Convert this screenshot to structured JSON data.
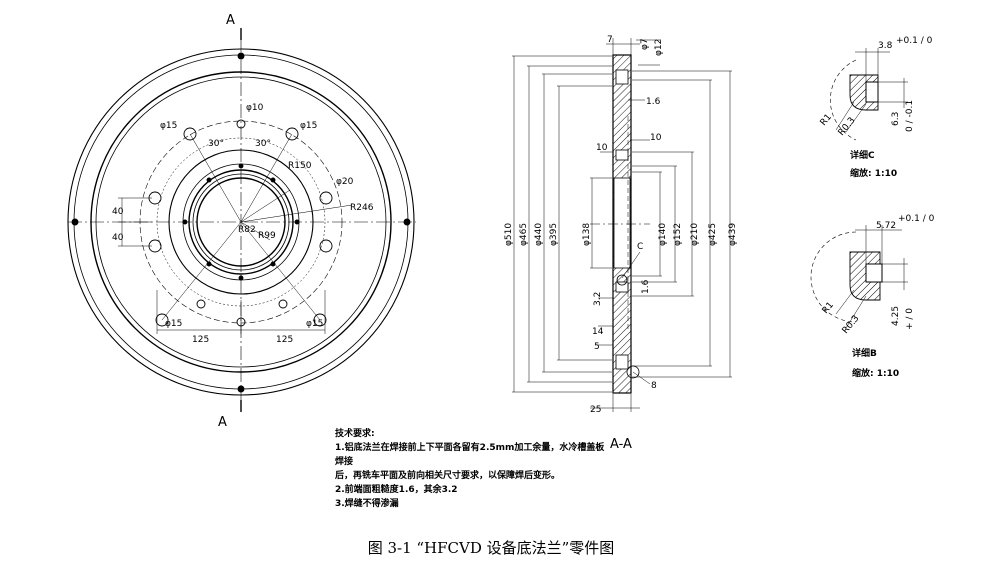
{
  "section_marks": {
    "top": "A",
    "bottom": "A",
    "section_view": "A-A"
  },
  "front_view": {
    "holes": [
      "φ15",
      "φ15",
      "φ15",
      "φ15",
      "φ10",
      "φ20"
    ],
    "angles": [
      "30°",
      "30°"
    ],
    "radii": [
      "R150",
      "R246",
      "R99",
      "R82"
    ],
    "dims": [
      "40",
      "40",
      "125",
      "125"
    ]
  },
  "section_view": {
    "top_dims": [
      "7",
      "φ7",
      "φ12"
    ],
    "diameters": [
      "φ510",
      "φ465",
      "φ440",
      "φ395",
      "φ138",
      "φ140",
      "φ152",
      "φ210",
      "φ425",
      "φ439"
    ],
    "small": [
      "1.6",
      "10",
      "10",
      "3.2",
      "1.6",
      "14",
      "5",
      "25",
      "8"
    ],
    "callout_c": "C"
  },
  "detail_c": {
    "dim1": "3.8",
    "tol1": "+0.1 / 0",
    "dim2": "6.3",
    "tol2": "0 / -0.1",
    "r1": "R1",
    "r2": "R0.3",
    "title": "详细C",
    "scale": "缩放: 1:10"
  },
  "detail_b": {
    "dim1": "5.72",
    "tol1": "+0.1 / 0",
    "dim2": "4.25",
    "tol2": "+ / 0",
    "r1": "R1",
    "r2": "R0.3",
    "title": "详细B",
    "scale": "缩放: 1:10"
  },
  "notes": {
    "title": "技术要求:",
    "line1": "1.铝底法兰在焊接前上下平面各留有2.5mm加工余量，水冷槽盖板焊接",
    "line2": "后，再铣车平面及前向相关尺寸要求，以保障焊后变形。",
    "line3": "2.前端面粗糙度1.6，其余3.2",
    "line4": "3.焊缝不得渗漏"
  },
  "caption": "图 3-1  “HFCVD 设备底法兰”零件图"
}
